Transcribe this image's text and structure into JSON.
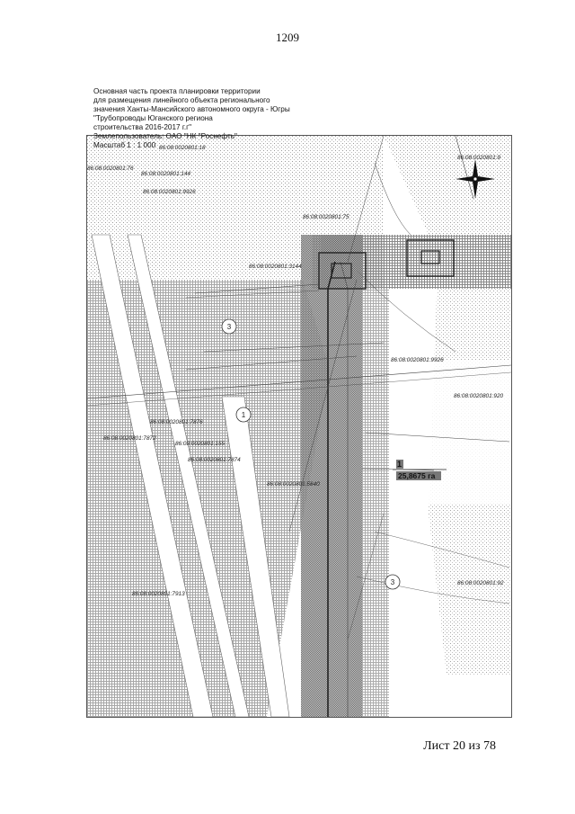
{
  "page_number": "1209",
  "sheet": "Лист 20 из 78",
  "title_lines": [
    "Основная часть проекта планировки территории",
    "для размещения линейного объекта регионального",
    "значения Ханты-Мансийского автономного округа - Югры",
    "\"Трубопроводы Юганского региона",
    "строительства 2016-2017 г.г\"",
    "Землепользователь: ОАО \"НК \"Роснефть\"",
    "Масштаб 1 : 1 000"
  ],
  "parcels": [
    "86:08:0020801:18",
    "86:08:0020801:76",
    "86:08:0020801:144",
    "86:08:0020801:9926",
    "86:08:0020801:75",
    "86:08:0020801:9",
    "86:08:0020801:3144",
    "86:08:0020801:9926",
    "86:08:0020801:920",
    "86:08:0020801:7876",
    "86:08:0020801:7872",
    "86:08:0020801:155",
    "86:08:0020801:7874",
    "86:08:0020801:5840",
    "86:08:0020801:7913",
    "86:08:0020801:92"
  ],
  "zones": [
    "3",
    "1",
    "3"
  ],
  "area": {
    "number": "1",
    "value": "25,8675 га"
  },
  "colors": {
    "hatch": "#7a7a7a",
    "hatch_dark": "#4a4a4a",
    "line": "#333333"
  },
  "icons": {
    "north_arrow": "compass-rose-icon"
  }
}
